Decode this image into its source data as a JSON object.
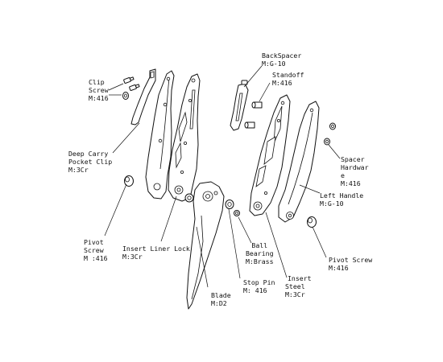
{
  "labels": {
    "clip_screw": {
      "line1": "Clip",
      "line2": "Screw",
      "line3": "M:416"
    },
    "deep_carry_pocket_clip": {
      "line1": "Deep Carry",
      "line2": "Pocket Clip",
      "line3": "M:3Cr"
    },
    "pivot_screw_left": {
      "line1": "Pivot",
      "line2": "Screw",
      "line3": "M :416"
    },
    "insert_liner_lock": {
      "line1": "Insert Liner Lock",
      "line2": "M:3Cr"
    },
    "blade": {
      "line1": "Blade",
      "line2": "M:D2"
    },
    "stop_pin": {
      "line1": "Stop Pin",
      "line2": "M: 416"
    },
    "ball_bearing": {
      "line1": "Ball",
      "line2": "Bearing",
      "line3": "M:Brass"
    },
    "insert_steel": {
      "line1": "Insert",
      "line2": "Steel",
      "line3": "M:3Cr"
    },
    "backspacer": {
      "line1": "BackSpacer",
      "line2": "M:G-10"
    },
    "standoff": {
      "line1": "Standoff",
      "line2": "M:416"
    },
    "spacer_hardware": {
      "line1": "Spacer",
      "line2": "Hardwar",
      "line3": "e",
      "line4": "M:416"
    },
    "left_handle": {
      "line1": "Left Handle",
      "line2": "M:G-10"
    },
    "pivot_screw_right": {
      "line1": "Pivot Screw",
      "line2": "M:416"
    }
  }
}
